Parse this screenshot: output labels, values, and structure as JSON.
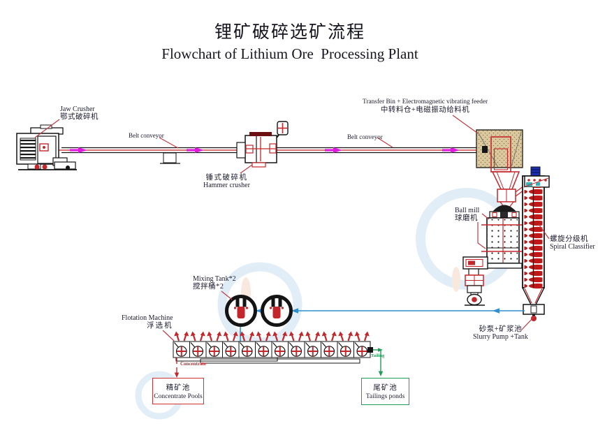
{
  "title": {
    "zh": "锂矿破碎选矿流程",
    "en": "Flowchart of Lithium Ore  Processing Plant"
  },
  "labels": {
    "jaw_crusher_en": "Jaw Crusher",
    "jaw_crusher_zh": "鄂式破碎机",
    "belt_conveyor_1": "Belt conveyor",
    "belt_conveyor_2": "Belt conveyor",
    "hammer_crusher_zh": "锤式破碎机",
    "hammer_crusher_en": "Hammer crusher",
    "transfer_bin_en": "Transfer Bin + Electromagnetic vibrating feeder",
    "transfer_bin_zh": "中转料仓+电磁振动给料机",
    "ball_mill_en": "Ball mill",
    "ball_mill_zh": "球磨机",
    "spiral_classifier_zh": "螺旋分级机",
    "spiral_classifier_en": "Spiral Classifier",
    "slurry_pump_zh": "砂泵+矿浆池",
    "slurry_pump_en": "Slurry Pump +Tank",
    "mixing_tank_en": "Mixing Tank*2",
    "mixing_tank_zh": "搅拌桶*2",
    "flotation_en": "Flotation Machine",
    "flotation_zh": "浮选机",
    "stream_concentrate": "Concentrate",
    "stream_tailing": "Tailing",
    "concentrate_pools_zh": "精矿池",
    "concentrate_pools_en": "Concentrate Pools",
    "tailings_ponds_zh": "尾矿池",
    "tailings_ponds_en": "Tailings ponds"
  },
  "colors": {
    "machine_red": "#c3272b",
    "pointer_red": "#c23a42",
    "flow_blue": "#2f8fd0",
    "flow_green": "#1f9d55",
    "conveyor_arrow_magenta": "#e018e0",
    "bin_fill_tan": "#dcc9a0",
    "text_dark": "#1b1b2f"
  }
}
